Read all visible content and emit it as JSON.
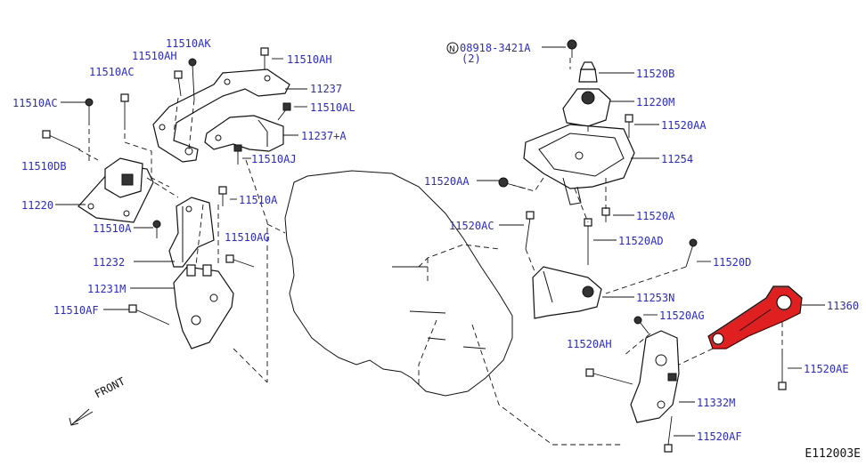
{
  "diagram": {
    "code": "E11200​3E",
    "front_label": "FRONT",
    "accent_color": "#e02020",
    "label_color": "#2a2ad0",
    "labels": [
      {
        "text": "11510AK"
      },
      {
        "text": "11510AH"
      },
      {
        "text": "11510AH"
      },
      {
        "text": "11510AC"
      },
      {
        "text": "11510AC"
      },
      {
        "text": "11237"
      },
      {
        "text": "11510AL"
      },
      {
        "text": "11237+A"
      },
      {
        "text": "11510DB"
      },
      {
        "text": "11510AJ"
      },
      {
        "text": "11220"
      },
      {
        "text": "11510A"
      },
      {
        "text": "11510A"
      },
      {
        "text": "11510AG"
      },
      {
        "text": "11232"
      },
      {
        "text": "11231M"
      },
      {
        "text": "11510AF"
      },
      {
        "text": "08918-3421A"
      },
      {
        "text": "(2)"
      },
      {
        "text": "11520B"
      },
      {
        "text": "11220M"
      },
      {
        "text": "11520AA"
      },
      {
        "text": "11254"
      },
      {
        "text": "11520AA"
      },
      {
        "text": "11520A"
      },
      {
        "text": "11520AC"
      },
      {
        "text": "11520AD"
      },
      {
        "text": "11520D"
      },
      {
        "text": "11253N"
      },
      {
        "text": "11360"
      },
      {
        "text": "11520AG"
      },
      {
        "text": "11520AH"
      },
      {
        "text": "11520AE"
      },
      {
        "text": "11332M"
      },
      {
        "text": "11520AF"
      }
    ]
  }
}
